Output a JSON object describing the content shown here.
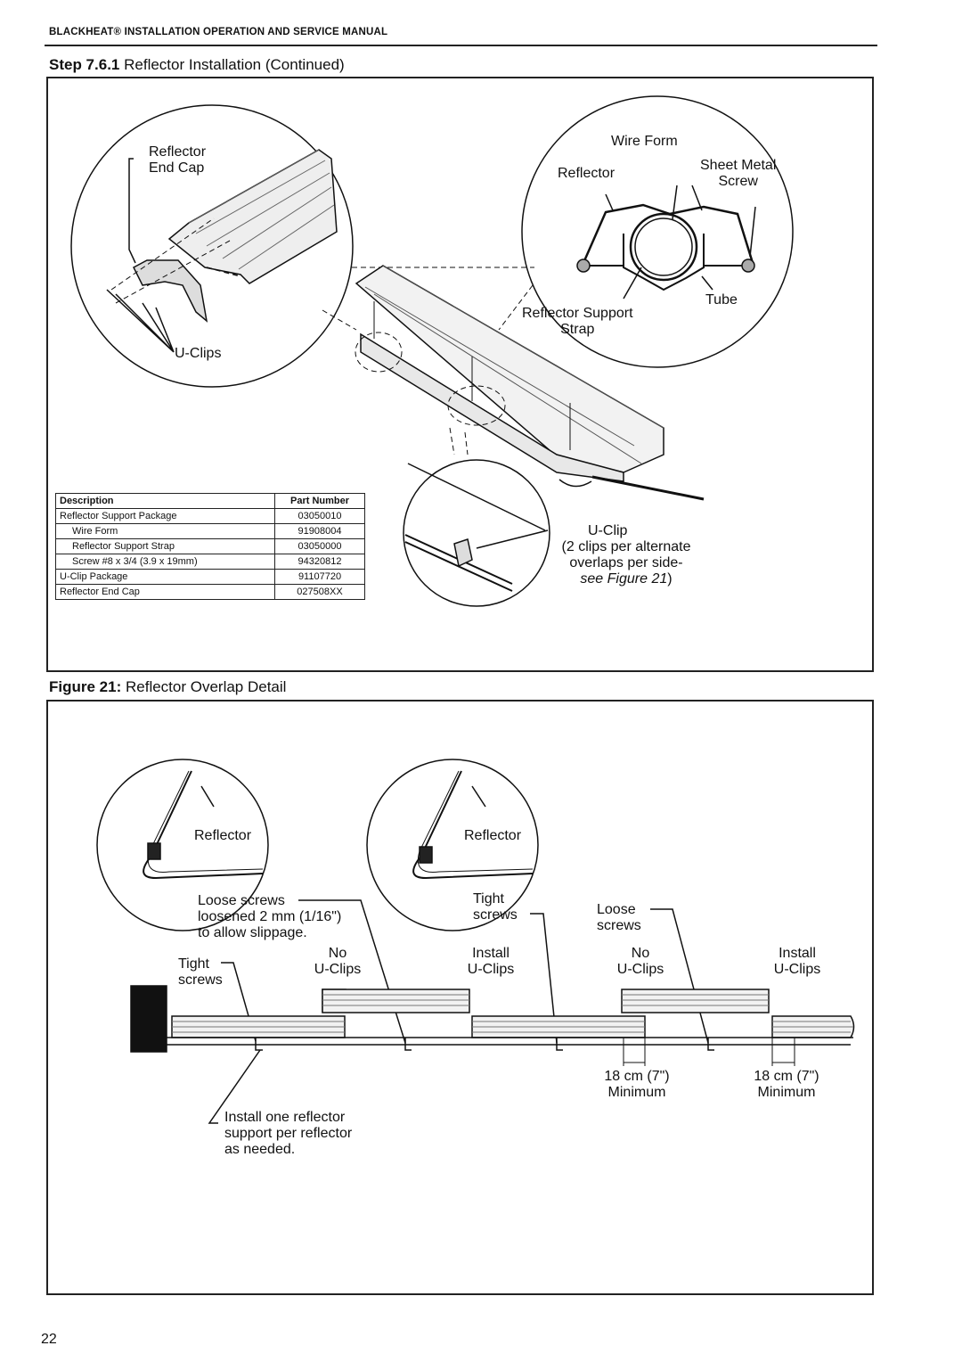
{
  "header": {
    "brand": "BLACKHEAT®",
    "title_rest": "INSTALLATION OPERATION AND SERVICE MANUAL"
  },
  "step": {
    "number": "Step 7.6.1",
    "title": "Reflector Installation (Continued)"
  },
  "figure1": {
    "labels": {
      "reflector_end_cap": "Reflector\nEnd Cap",
      "u_clips": "U-Clips",
      "wire_form": "Wire Form",
      "reflector": "Reflector",
      "sheet_metal_screw": "Sheet Metal\nScrew",
      "tube": "Tube",
      "reflector_support_strap": "Reflector Support\nStrap",
      "u_clip": "U-Clip",
      "u_clip_note_1": "(2 clips per alternate",
      "u_clip_note_2": "overlaps per side-",
      "u_clip_note_3_italic": "see Figure 21",
      "u_clip_note_3_close": ")"
    },
    "table": {
      "headers": [
        "Description",
        "Part Number"
      ],
      "rows": [
        {
          "description": "Reflector Support Package",
          "part": "03050010",
          "indent": false
        },
        {
          "description": "Wire Form",
          "part": "91908004",
          "indent": true
        },
        {
          "description": "Reflector Support Strap",
          "part": "03050000",
          "indent": true
        },
        {
          "description": "Screw #8 x 3/4 (3.9 x 19mm)",
          "part": "94320812",
          "indent": true
        },
        {
          "description": "U-Clip Package",
          "part": "91107720",
          "indent": false
        },
        {
          "description": "Reflector End Cap",
          "part": "027508XX",
          "indent": false
        }
      ]
    }
  },
  "figure21": {
    "caption_prefix": "Figure 21:",
    "caption_title": "Reflector Overlap Detail",
    "labels": {
      "reflector_left": "Reflector",
      "reflector_right": "Reflector",
      "loose_screws_note": "Loose screws\nloosened 2 mm (1/16\")\nto allow slippage.",
      "tight_screws_top": "Tight\nscrews",
      "loose_screws_right": "Loose\nscrews",
      "tight_screws_left": "Tight\nscrews",
      "no_uclips_1": "No\nU-Clips",
      "install_uclips_1": "Install\nU-Clips",
      "no_uclips_2": "No\nU-Clips",
      "install_uclips_2": "Install\nU-Clips",
      "min_1": "18 cm (7\")\nMinimum",
      "min_2": "18 cm (7\")\nMinimum",
      "install_support": "Install one reflector\nsupport per reflector\nas needed."
    }
  },
  "page_number": "22"
}
